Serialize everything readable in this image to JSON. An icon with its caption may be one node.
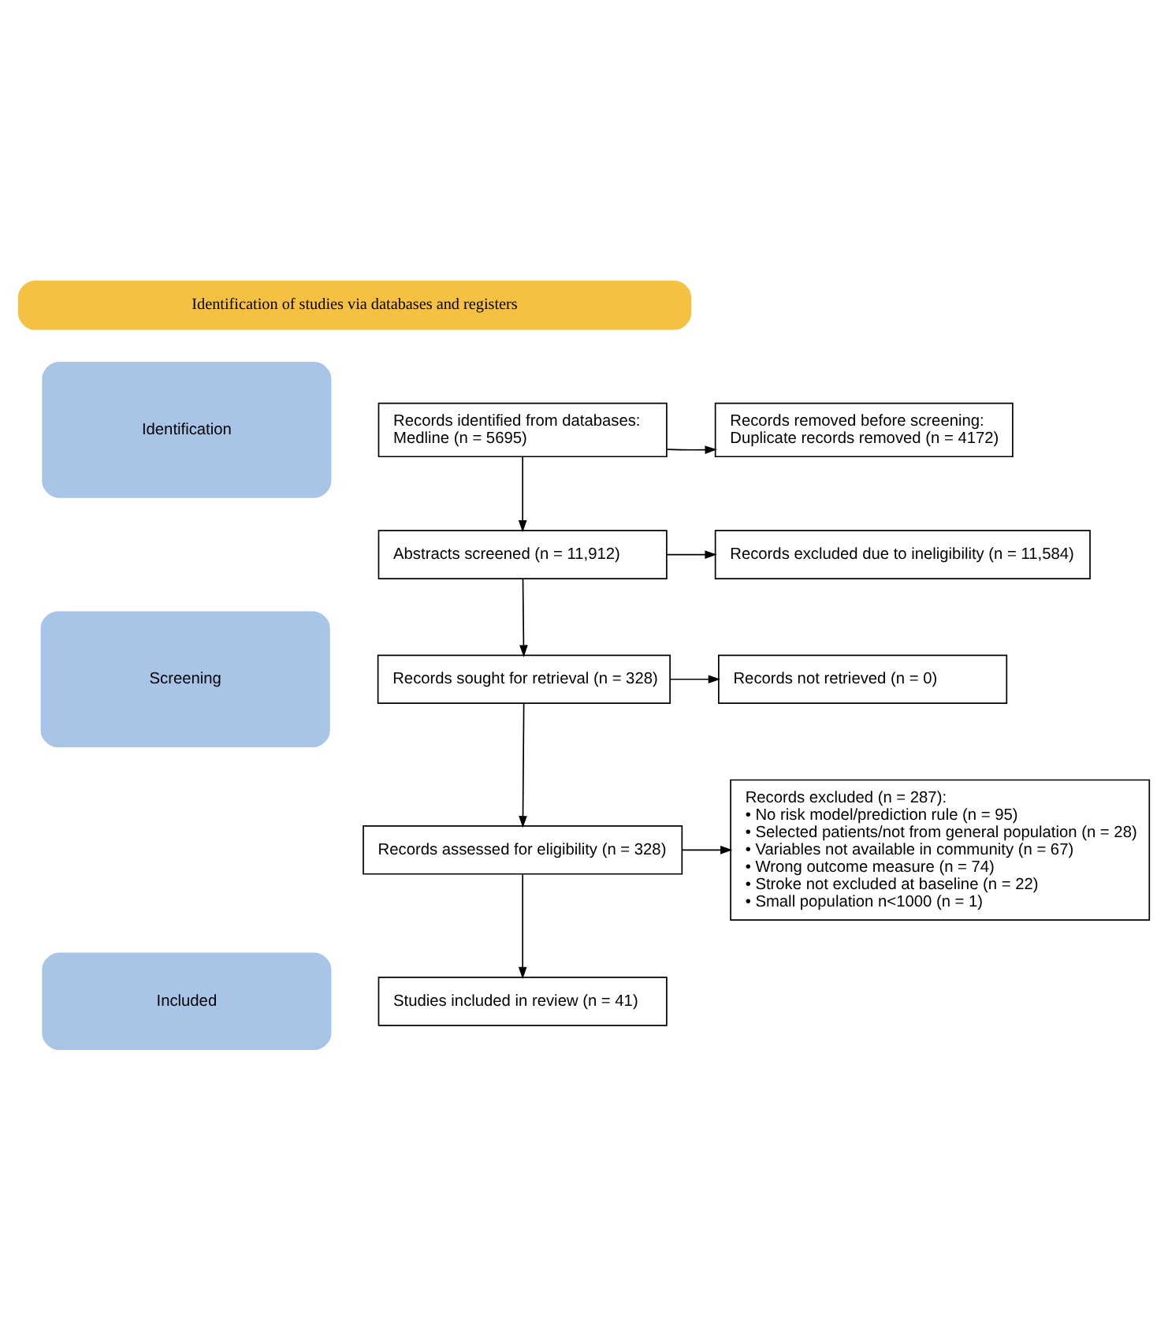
{
  "diagram": {
    "nodes": [
      {
        "text": [
          "Identification of studies via databases and registers"
        ]
      },
      {
        "text": [
          "Identification"
        ]
      },
      {
        "text": [
          "Screening"
        ]
      },
      {
        "text": [
          "Included"
        ]
      },
      {
        "text": [
          "Records identified from databases:",
          "Medline (n = 5695)"
        ]
      },
      {
        "text": [
          "Records removed before screening:",
          "Duplicate records removed (n = 4172)"
        ]
      },
      {
        "text": [
          "Abstracts screened (n = 11,912)"
        ]
      },
      {
        "text": [
          "Records excluded due to ineligibility (n = 11,584)"
        ]
      },
      {
        "text": [
          "Records sought for retrieval (n = 328)"
        ]
      },
      {
        "text": [
          "Records not retrieved (n = 0)"
        ]
      },
      {
        "text": [
          "Records assessed for eligibility (n = 328)"
        ]
      },
      {
        "text": [
          "Records excluded (n = 287):",
          "• No risk model/prediction rule (n = 95)",
          "• Selected patients/not from general population (n = 28)",
          "• Variables not available in community (n = 67)",
          "• Wrong outcome measure (n = 74)",
          "• Stroke not excluded at baseline (n = 22)",
          "• Small population n<1000 (n = 1)"
        ]
      },
      {
        "text": [
          "Studies included in review (n = 41)"
        ]
      }
    ],
    "edges": [
      {
        "from": 4,
        "to": 5,
        "arrow": "to"
      },
      {
        "from": 4,
        "to": 6,
        "arrow": "to"
      },
      {
        "from": 6,
        "to": 7,
        "arrow": "to"
      },
      {
        "from": 6,
        "to": 8,
        "arrow": "to"
      },
      {
        "from": 8,
        "to": 9,
        "arrow": "to"
      },
      {
        "from": 8,
        "to": 10,
        "arrow": "to"
      },
      {
        "from": 10,
        "to": 11,
        "arrow": "to"
      },
      {
        "from": 10,
        "to": 12,
        "arrow": "to"
      }
    ]
  }
}
